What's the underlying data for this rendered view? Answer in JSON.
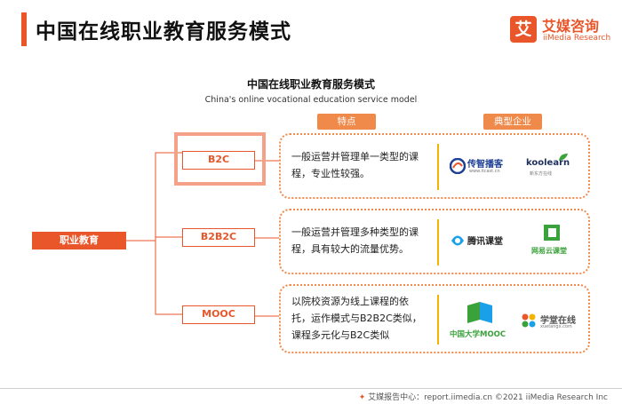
{
  "header": {
    "title": "中国在线职业教育服务模式",
    "logo_mark": "艾",
    "logo_name": "艾媒咨询",
    "logo_en": "iiMedia Research"
  },
  "diagram": {
    "title": "中国在线职业教育服务模式",
    "subtitle": "China's online vocational education service model",
    "col_features": "特点",
    "col_companies": "典型企业",
    "root": "职业教育",
    "rows": [
      {
        "type": "B2C",
        "desc_lines": [
          "一般运营并管理单一类型的课",
          "程，专业性较强。"
        ],
        "companies": [
          {
            "name": "传智播客",
            "sub": "www.itcast.cn",
            "color": "#1e3f94",
            "icon": "swirl-icon"
          },
          {
            "name": "koolearn",
            "sub": "新东方在线",
            "color": "#1f2f5e",
            "icon": "leaf-icon"
          }
        ]
      },
      {
        "type": "B2B2C",
        "desc_lines": [
          "一般运营并管理多种类型的课",
          "程，具有较大的流量优势。"
        ],
        "companies": [
          {
            "name": "腾讯课堂",
            "sub": "",
            "color": "#222222",
            "icon": "tencent-classroom-icon"
          },
          {
            "name": "网易云课堂",
            "sub": "",
            "color": "#3aa23a",
            "icon": "netease-classroom-icon"
          }
        ]
      },
      {
        "type": "MOOC",
        "desc_lines": [
          "以院校资源为线上课程的依",
          "托，运作模式与B2B2C类似，",
          "课程多元化与B2C类似"
        ],
        "companies": [
          {
            "name": "中国大学MOOC",
            "sub": "",
            "color": "#3aa23a",
            "icon": "mooc-cube-icon"
          },
          {
            "name": "学堂在线",
            "sub": "xuetangx.com",
            "color": "#555555",
            "icon": "xuetang-icon"
          }
        ]
      }
    ]
  },
  "footer": {
    "text": "艾媒报告中心：report.iimedia.cn  ©2021  iiMedia Research  Inc"
  },
  "colors": {
    "accent": "#e8562a",
    "tag": "#f08a4b",
    "divider": "#f2b400"
  }
}
